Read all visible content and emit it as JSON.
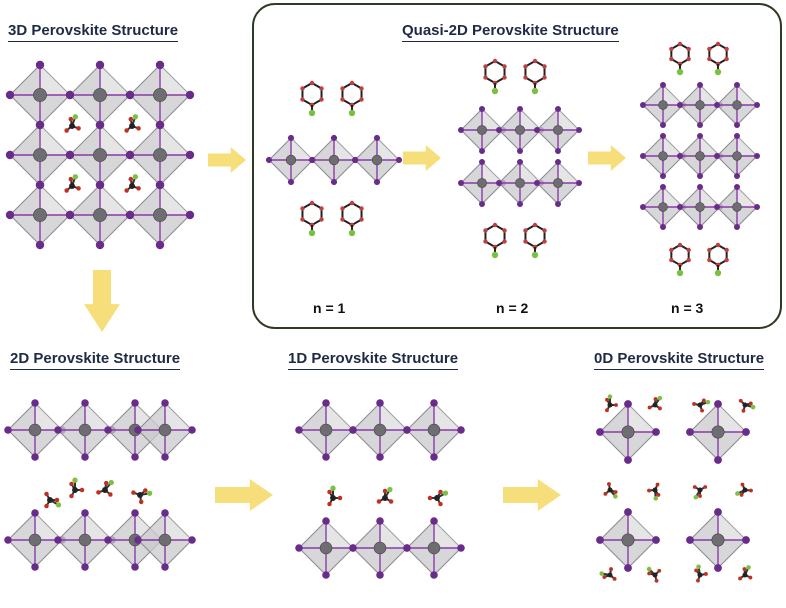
{
  "titles": {
    "d3": "3D Perovskite Structure",
    "quasi2d": "Quasi-2D Perovskite Structure",
    "d2": "2D Perovskite Structure",
    "d1": "1D Perovskite Structure",
    "d0": "0D Perovskite Structure"
  },
  "n_labels": [
    "n = 1",
    "n = 2",
    "n = 3"
  ],
  "colors": {
    "title_text": "#1f2a44",
    "octahedron_face": "#c9c9cc",
    "octahedron_edge": "#8a8a90",
    "iodide_atom": "#6a2c8a",
    "lead_atom": "#6e6e72",
    "carbon_atom": "#222222",
    "oxygen_atom": "#c03020",
    "fluorine_atom": "#7ac143",
    "arrow": "#f6df7a",
    "quasi_box_border": "#2f3a22"
  }
}
